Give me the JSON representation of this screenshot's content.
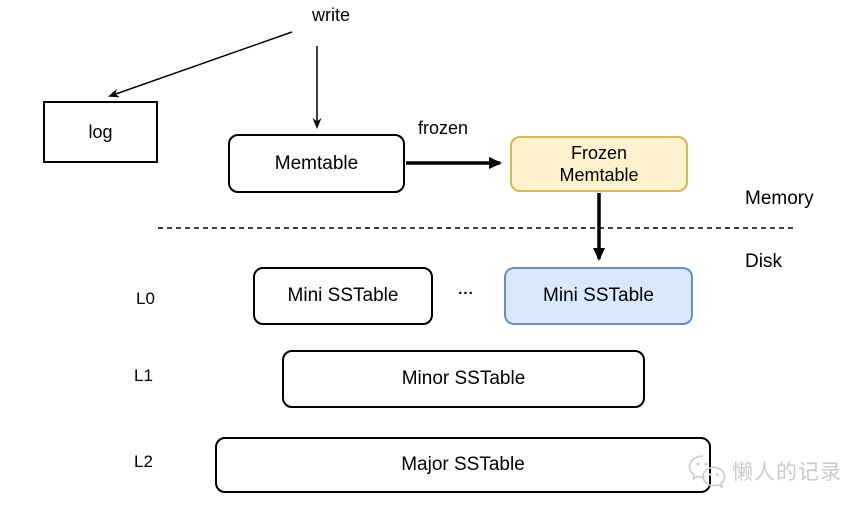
{
  "labels": {
    "write": "write",
    "frozen": "frozen",
    "memory": "Memory",
    "disk": "Disk",
    "ellipsis": "...",
    "l0": "L0",
    "l1": "L1",
    "l2": "L2"
  },
  "nodes": {
    "log": "log",
    "memtable": "Memtable",
    "frozen_memtable": "Frozen\nMemtable",
    "mini_sstable_left": "Mini SSTable",
    "mini_sstable_right": "Mini SSTable",
    "minor_sstable": "Minor SSTable",
    "major_sstable": "Major SSTable"
  },
  "colors": {
    "yellow_fill": "#FFF2CC",
    "yellow_border": "#D6B656",
    "blue_fill": "#DAE8FC",
    "blue_border": "#6C8EBF",
    "line": "#000000",
    "watermark": "#CBCBCB"
  },
  "watermark": {
    "text": "懒人的记录"
  }
}
